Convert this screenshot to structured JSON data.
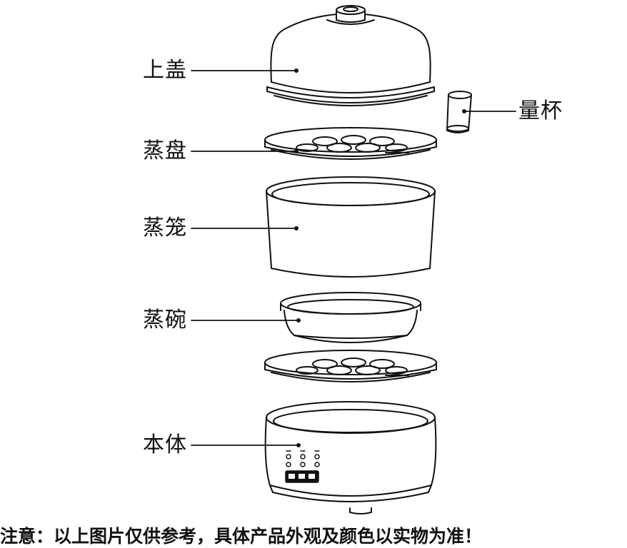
{
  "labels": {
    "lid": "上盖",
    "cup": "量杯",
    "tray": "蒸盘",
    "basket": "蒸笼",
    "bowl": "蒸碗",
    "body": "本体"
  },
  "notice": "注意：以上图片仅供参考，具体产品外观及颜色以实物为准！"
}
